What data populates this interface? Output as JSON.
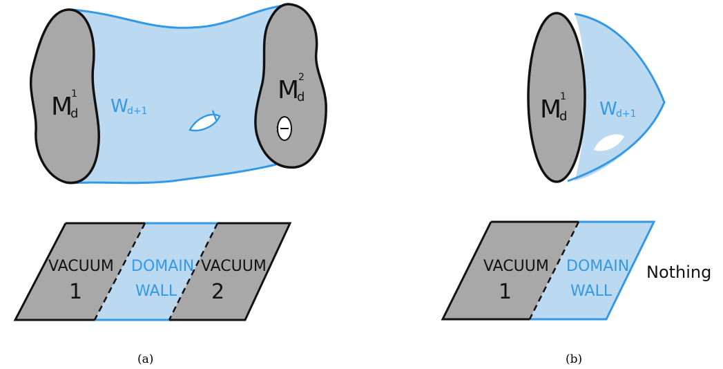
{
  "colors": {
    "blue_stroke": "#3399e6",
    "blue_fill": "#bcd9f2",
    "gray_fill": "#a8a8a8",
    "outline": "#111111"
  },
  "panel_a": {
    "manifold_left_label": "M",
    "manifold_left_sub": "d",
    "manifold_left_sup": "1",
    "manifold_right_label": "M",
    "manifold_right_sub": "d",
    "manifold_right_sup": "2",
    "bordism_label": "W",
    "bordism_sub": "d+1",
    "strip": {
      "left_line1": "VACUUM",
      "left_line2": "1",
      "middle_line1": "DOMAIN",
      "middle_line2": "WALL",
      "right_line1": "VACUUM",
      "right_line2": "2"
    },
    "caption": "(a)"
  },
  "panel_b": {
    "manifold_label": "M",
    "manifold_sub": "d",
    "manifold_sup": "1",
    "bordism_label": "W",
    "bordism_sub": "d+1",
    "strip": {
      "left_line1": "VACUUM",
      "left_line2": "1",
      "middle_line1": "DOMAIN",
      "middle_line2": "WALL"
    },
    "nothing_label": "Nothing",
    "caption": "(b)"
  }
}
